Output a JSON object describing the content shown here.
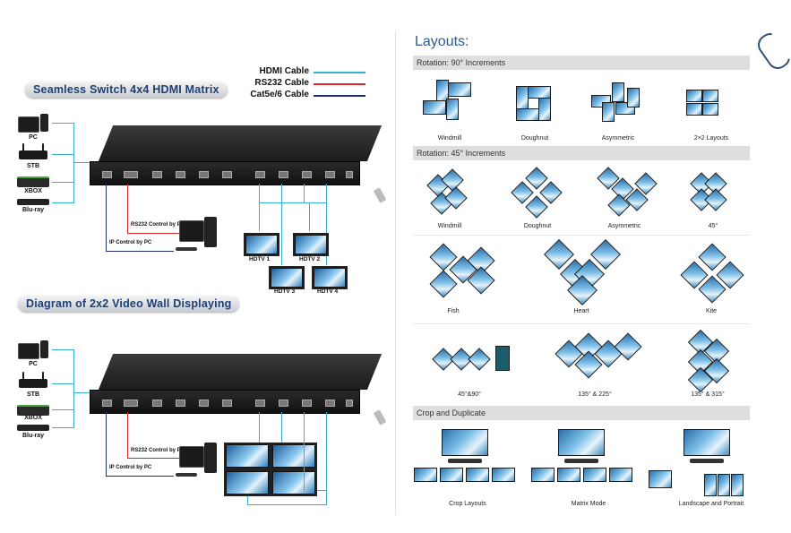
{
  "legend": {
    "hdmi": "HDMI Cable",
    "rs232": "RS232 Cable",
    "cat": "Cat5e/6 Cable",
    "hdmi_color": "#36b1d0",
    "rs232_color": "#d9252c",
    "cat_color": "#1f2e6e"
  },
  "diagram1": {
    "title": "Seamless Switch 4x4 HDMI Matrix",
    "sources": [
      "PC",
      "STB",
      "XBOX",
      "Blu-ray"
    ],
    "rs232_label": "RS232 Control by PC",
    "ip_label": "IP Control by PC",
    "tvs": [
      "HDTV 1",
      "HDTV 2",
      "HDTV 3",
      "HDTV 4"
    ]
  },
  "diagram2": {
    "title": "Diagram of 2x2 Video Wall Displaying",
    "sources": [
      "PC",
      "STB",
      "XBOX",
      "Blu-ray"
    ],
    "rs232_label": "RS232 Control by PC",
    "ip_label": "IP Control by PC"
  },
  "layouts": {
    "title": "Layouts:",
    "rotation90": {
      "header": "Rotation: 90° Increments",
      "captions": [
        "Windmill",
        "Doughnut",
        "Asymmetric",
        "2×2 Layouts"
      ]
    },
    "rotation45": {
      "header": "Rotation: 45° Increments",
      "row1": [
        "Windmill",
        "Doughnut",
        "Asymmetric",
        "45°"
      ],
      "row2": [
        "Fish",
        "Heart",
        "Kite"
      ],
      "row3": [
        "45°&90°",
        "135° & 225°",
        "135° & 315°"
      ]
    },
    "crop": {
      "header": "Crop and Duplicate",
      "captions": [
        "Crop Layouts",
        "Matrix Mode",
        "Landscape and Portrait"
      ]
    }
  }
}
